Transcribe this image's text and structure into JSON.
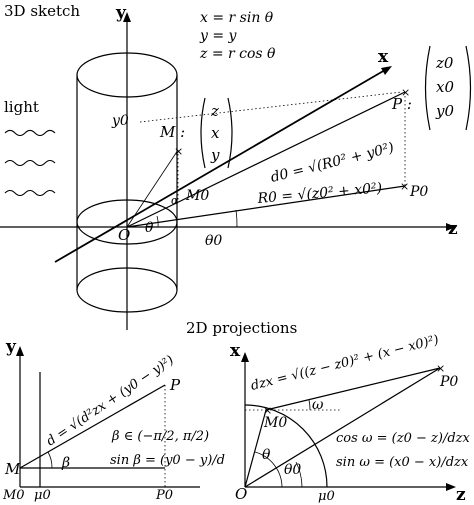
{
  "sketch3d": {
    "title": "3D sketch",
    "light_label": "light",
    "axis_y": "y",
    "axis_x": "x",
    "axis_z": "z",
    "origin": "O",
    "equations": [
      "x = r sin θ",
      "y = y",
      "z = r cos θ"
    ],
    "y0_label": "y0",
    "M_label": "M :",
    "M_vector": [
      "z",
      "x",
      "y"
    ],
    "P_label": "P :",
    "P_vector": [
      "z0",
      "x0",
      "y0"
    ],
    "M0_label": "M0",
    "P0_label": "P0",
    "alpha_label": "α",
    "theta_label": "θ",
    "theta0_label": "θ0",
    "d0_formula": "d0 = √(R0² + y0²)",
    "R0_formula": "R0 = √(z0² + x0²)"
  },
  "projections_title": "2D projections",
  "left_panel": {
    "axis_y": "y",
    "P_label": "P",
    "M_label": "M",
    "M0_label": "M0",
    "mu0_label": "μ0",
    "P0_label": "P0",
    "beta_label": "β",
    "d_formula": "d = √(d²zx + (y0 − y)²)",
    "beta_range": "β ∈ (−π/2, π/2)",
    "sin_beta": "sin β = (y0 − y)/d"
  },
  "right_panel": {
    "axis_x": "x",
    "axis_z": "z",
    "origin": "O",
    "P0_label": "P0",
    "M0_label": "M0",
    "mu0_label": "μ0",
    "theta_label": "θ",
    "theta0_label": "θ0",
    "omega_label": "ω",
    "dzx_formula": "dzx = √((z − z0)² + (x − x0)²)",
    "cos_omega": "cos ω = (z0 − z)/dzx",
    "sin_omega": "sin ω = (x0 − x)/dzx"
  }
}
